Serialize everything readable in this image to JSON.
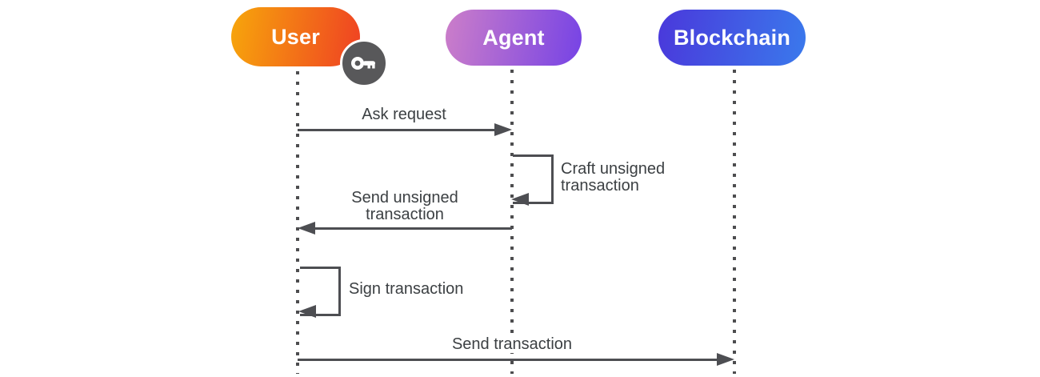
{
  "diagram": {
    "type": "sequence-diagram",
    "actors": [
      {
        "id": "user",
        "label": "User",
        "gradient_start": "#F7A60B",
        "gradient_end": "#EF4123",
        "badge": "key"
      },
      {
        "id": "agent",
        "label": "Agent",
        "gradient_start": "#CC7EC9",
        "gradient_end": "#7643E5"
      },
      {
        "id": "blockchain",
        "label": "Blockchain",
        "gradient_start": "#4A38DB",
        "gradient_end": "#3A79EC"
      }
    ],
    "messages": [
      {
        "label": "Ask request",
        "from": "User",
        "to": "Agent",
        "kind": "message",
        "direction": "right"
      },
      {
        "label": "Craft unsigned transaction",
        "from": "Agent",
        "to": "Agent",
        "kind": "self-loop"
      },
      {
        "label": "Send unsigned transaction",
        "from": "Agent",
        "to": "User",
        "kind": "message",
        "direction": "left"
      },
      {
        "label": "Sign transaction",
        "from": "User",
        "to": "User",
        "kind": "self-loop"
      },
      {
        "label": "Send transaction",
        "from": "User",
        "to": "Blockchain",
        "kind": "message",
        "direction": "right"
      }
    ],
    "icons": {
      "user_badge": "key-icon"
    },
    "colors": {
      "arrow_line": "#4D4E52",
      "label_text": "#3C4043",
      "lifeline_dots": "#4D4D4F",
      "badge_background": "#58585A",
      "badge_icon": "#FFFFFF",
      "pill_text": "#FFFFFF",
      "background": "#FFFFFF"
    }
  }
}
